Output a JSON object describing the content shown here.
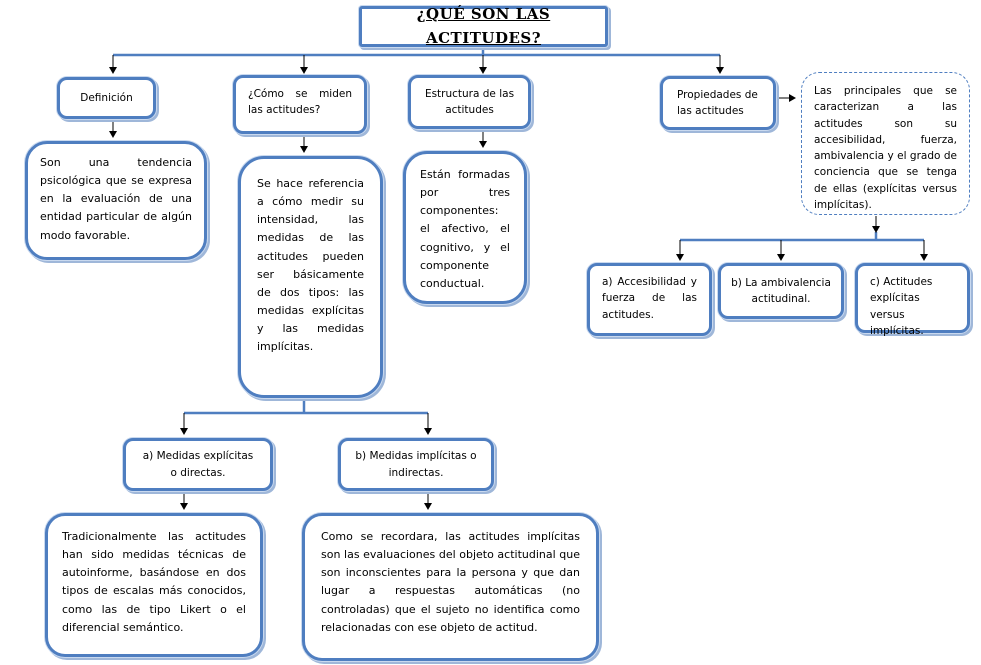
{
  "title": "¿QUÉ SON LAS ACTITUDES?",
  "definicion": {
    "label": "Definición",
    "text": "Son una tendencia psicológica que se expresa en la evaluación de una entidad particular de algún modo favorable."
  },
  "medicion": {
    "label": "¿Cómo se miden las actitudes?",
    "text": "Se hace referencia a cómo medir su intensidad, las medidas de las actitudes pueden ser básicamente de dos tipos: las medidas explícitas y las medidas implícitas.",
    "explicitas": {
      "label": "a) Medidas explícitas o directas.",
      "text": "Tradicionalmente las actitudes han sido medidas técnicas de autoinforme, basándose en dos tipos de escalas más conocidos, como las de tipo Likert o el diferencial semántico."
    },
    "implicitas": {
      "label": "b) Medidas implícitas o indirectas.",
      "text": "Como se recordara, las actitudes implícitas son las evaluaciones del objeto actitudinal que son inconscientes para la persona y que dan lugar a respuestas automáticas (no controladas) que el sujeto no identifica como relacionadas con ese objeto de actitud."
    }
  },
  "estructura": {
    "label": "Estructura de las actitudes",
    "text": "Están formadas por tres componentes: el afectivo, el cognitivo, y el componente conductual."
  },
  "propiedades": {
    "label": "Propiedades de las actitudes",
    "text": "Las principales que se caracterizan a las actitudes son su accesibilidad, fuerza, ambivalencia y el grado de conciencia que se tenga de ellas (explícitas versus implícitas).",
    "items": [
      "a) Accesibilidad y fuerza de las actitudes.",
      "b) La ambivalencia actitudinal.",
      "c) Actitudes explícitas versus implícitas."
    ]
  },
  "colors": {
    "border": "#4f7ec0",
    "connector": "#4f7ec0",
    "arrow": "#000000"
  }
}
